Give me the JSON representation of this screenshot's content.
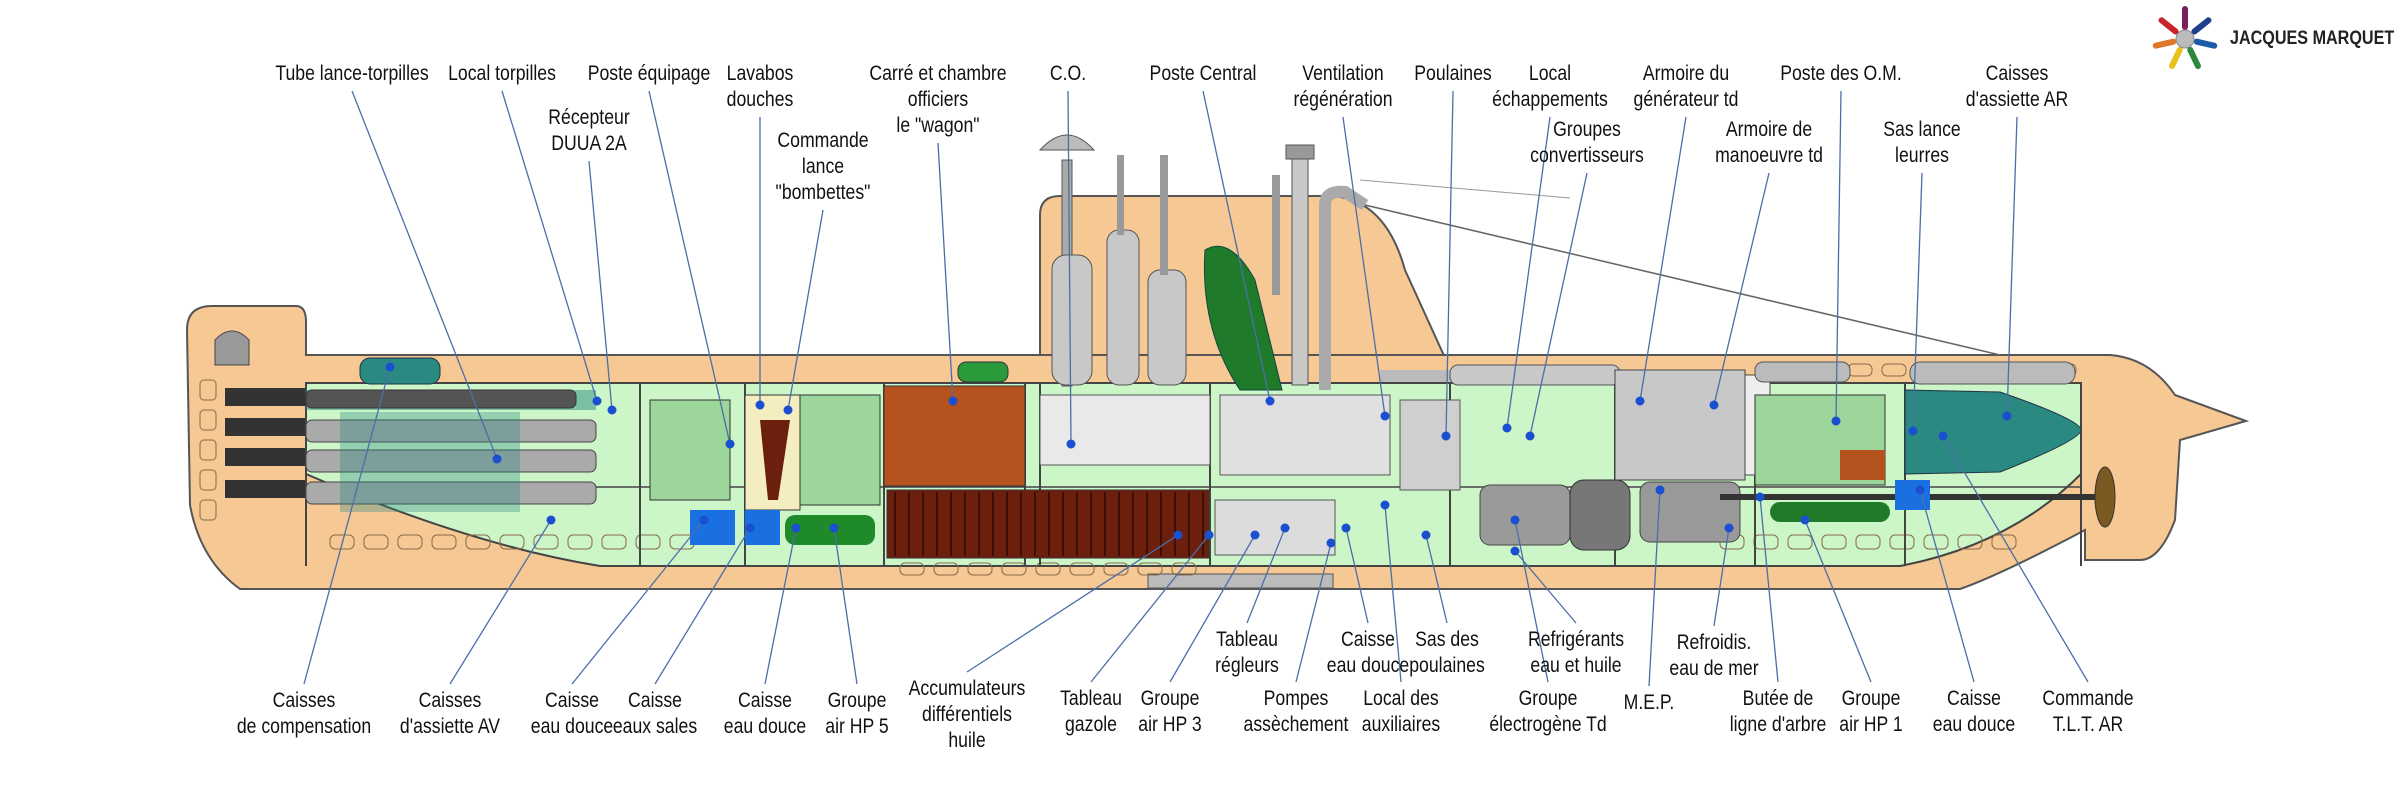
{
  "logo": {
    "text": "JACQUES MARQUET",
    "colors": [
      "#7a1f5c",
      "#1f3f8a",
      "#1a5ca8",
      "#2a8a3a",
      "#e8c21a",
      "#e0762a",
      "#c8242a"
    ]
  },
  "colors": {
    "hull": "#f6c894",
    "interior": "#ccf5c8",
    "leader_line": "#4a6fa8",
    "marker": "#1a4fd0",
    "battery": "#6b1f0c",
    "cone": "#2a8a82",
    "snorkel": "#1f7a2a"
  },
  "labels_top": [
    {
      "lines": [
        "Tube lance-torpilles"
      ]
    },
    {
      "lines": [
        "Local torpilles"
      ]
    },
    {
      "lines": [
        "Poste équipage"
      ]
    },
    {
      "lines": [
        "Récepteur",
        "DUUA 2A"
      ]
    },
    {
      "lines": [
        "Lavabos",
        "douches"
      ]
    },
    {
      "lines": [
        "Commande",
        "lance",
        "\"bombettes\""
      ]
    },
    {
      "lines": [
        "Carré et chambre",
        "officiers",
        "le \"wagon\""
      ]
    },
    {
      "lines": [
        "C.O."
      ]
    },
    {
      "lines": [
        "Poste Central"
      ]
    },
    {
      "lines": [
        "Ventilation",
        "régénération"
      ]
    },
    {
      "lines": [
        "Poulaines"
      ]
    },
    {
      "lines": [
        "Local",
        "échappements"
      ]
    },
    {
      "lines": [
        "Groupes",
        "convertisseurs"
      ]
    },
    {
      "lines": [
        "Armoire du",
        "générateur td"
      ]
    },
    {
      "lines": [
        "Armoire de",
        "manoeuvre td"
      ]
    },
    {
      "lines": [
        "Poste des O.M."
      ]
    },
    {
      "lines": [
        "Sas lance",
        "leurres"
      ]
    },
    {
      "lines": [
        "Caisses",
        "d'assiette AR"
      ]
    }
  ],
  "labels_bottom": [
    {
      "lines": [
        "Caisses",
        "de compensation"
      ]
    },
    {
      "lines": [
        "Caisses",
        "d'assiette AV"
      ]
    },
    {
      "lines": [
        "Caisse",
        "eau douce"
      ]
    },
    {
      "lines": [
        "Caisse",
        "eaux sales"
      ]
    },
    {
      "lines": [
        "Caisse",
        "eau douce"
      ]
    },
    {
      "lines": [
        "Groupe",
        "air HP 5"
      ]
    },
    {
      "lines": [
        "Accumulateurs",
        "différentiels",
        "huile"
      ]
    },
    {
      "lines": [
        "Tableau",
        "gazole"
      ]
    },
    {
      "lines": [
        "Groupe",
        "air HP 3"
      ]
    },
    {
      "lines": [
        "Tableau",
        "régleurs"
      ]
    },
    {
      "lines": [
        "Pompes",
        "assèchement"
      ]
    },
    {
      "lines": [
        "Caisse",
        "eau douce"
      ]
    },
    {
      "lines": [
        "Sas des",
        "poulaines"
      ]
    },
    {
      "lines": [
        "Local des",
        "auxiliaires"
      ]
    },
    {
      "lines": [
        "Groupe",
        "électrogène Td"
      ]
    },
    {
      "lines": [
        "Refrigérants",
        "eau et huile"
      ]
    },
    {
      "lines": [
        "M.E.P."
      ]
    },
    {
      "lines": [
        "Refroidis.",
        "eau de mer"
      ]
    },
    {
      "lines": [
        "Butée de",
        "ligne d'arbre"
      ]
    },
    {
      "lines": [
        "Groupe",
        "air HP 1"
      ]
    },
    {
      "lines": [
        "Caisse",
        "eau douce"
      ]
    },
    {
      "lines": [
        "Commande",
        "T.L.T. AR"
      ]
    }
  ]
}
